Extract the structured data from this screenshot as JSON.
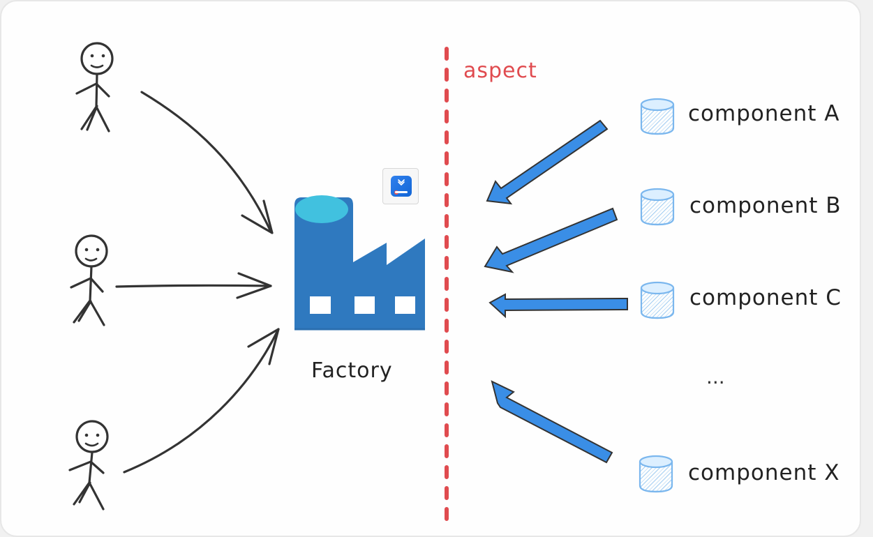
{
  "diagram": {
    "aspect_label": "aspect",
    "factory_label": "Factory",
    "ellipsis": "...",
    "components": [
      {
        "label": "component A"
      },
      {
        "label": "component B"
      },
      {
        "label": "component C"
      },
      {
        "label": "component X"
      }
    ],
    "colors": {
      "factory_blue": "#2f79bf",
      "factory_cyan": "#41c1df",
      "arrow_blue": "#3a8ee6",
      "aspect_red": "#e04b4f",
      "stroke": "#333333",
      "cylinder_blue": "#7bb7ee"
    }
  },
  "overlay_button": {
    "icon": "bookmark-download-icon"
  }
}
